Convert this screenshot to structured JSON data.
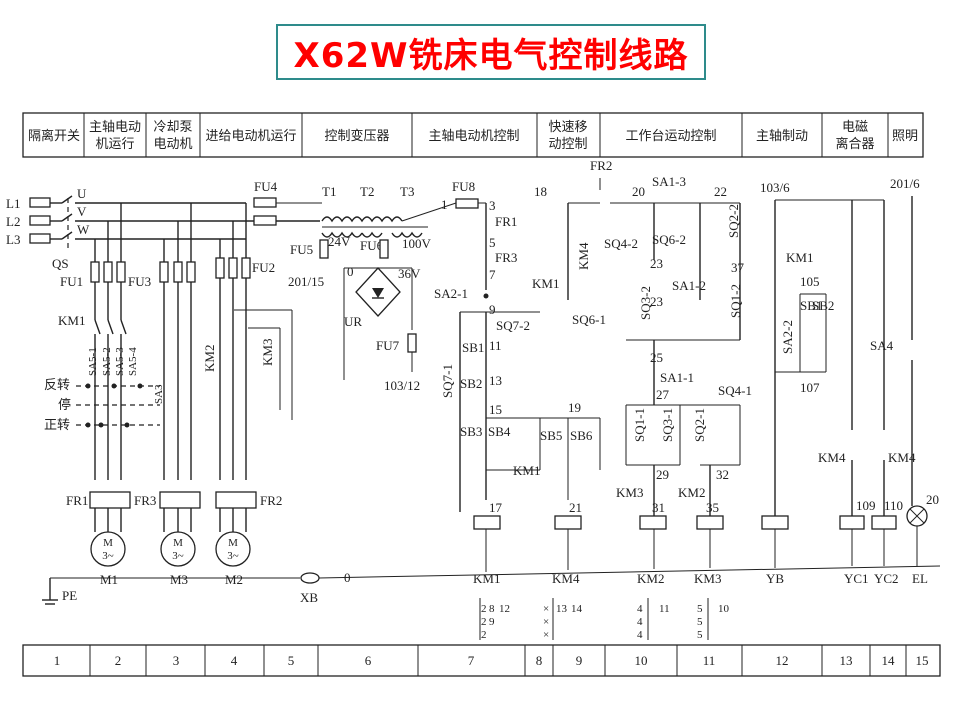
{
  "title": "X62W铣床电气控制线路",
  "header_cells": [
    "隔离开关",
    "主轴电动",
    "机运行",
    "冷却泵",
    "电动机",
    "进给电动机运行",
    "控制变压器",
    "主轴电动机控制",
    "快速移",
    "动控制",
    "工作台运动控制",
    "主轴制动",
    "电磁",
    "离合器",
    "照明"
  ],
  "footer_cells": [
    "1",
    "2",
    "3",
    "4",
    "5",
    "6",
    "7",
    "8",
    "9",
    "10",
    "11",
    "12",
    "13",
    "14",
    "15"
  ],
  "labels": {
    "L1": "L1",
    "L2": "L2",
    "L3": "L3",
    "U": "U",
    "V": "V",
    "W": "W",
    "QS": "QS",
    "FU1": "FU1",
    "FU3": "FU3",
    "FU2": "FU2",
    "FU4": "FU4",
    "FU5": "FU5",
    "FU6": "FU6",
    "FU7": "FU7",
    "FU8": "FU8",
    "T1": "T1",
    "T2": "T2",
    "T3": "T3",
    "v24": "24V",
    "v100": "100V",
    "v36": "36V",
    "n201_15": "201/15",
    "n103_12": "103/12",
    "n0a": "0",
    "UR": "UR",
    "KM1": "KM1",
    "KM2": "KM2",
    "KM3": "KM3",
    "KM4": "KM4",
    "SA5_1": "SA5-1",
    "SA5_2": "SA5-2",
    "SA5_3": "SA5-3",
    "SA5_4": "SA5-4",
    "SA3": "SA3",
    "rev": "反转",
    "stop": "停",
    "fwd": "正转",
    "FR1": "FR1",
    "FR3": "FR3",
    "FR2": "FR2",
    "M": "M",
    "phase": "3~",
    "M1": "M1",
    "M3": "M3",
    "M2": "M2",
    "PE": "PE",
    "XB": "XB",
    "n0b": "0",
    "n1": "1",
    "n3": "3",
    "n5": "5",
    "n7": "7",
    "n9": "9",
    "n11": "11",
    "n13": "13",
    "n15": "15",
    "n17": "17",
    "SA2_1": "SA2-1",
    "SQ7_2": "SQ7-2",
    "SQ7_1": "SQ7-1",
    "SB1": "SB1",
    "SB2": "SB2",
    "SB3": "SB3",
    "SB4": "SB4",
    "SB5": "SB5",
    "SB6": "SB6",
    "n18": "18",
    "n19": "19",
    "n21": "21",
    "FR2b": "FR2",
    "n20": "20",
    "SA1_3": "SA1-3",
    "n22": "22",
    "SQ4_2": "SQ4-2",
    "SQ6_2": "SQ6-2",
    "SQ2_2": "SQ2-2",
    "n23a": "23",
    "n23b": "23",
    "n37": "37",
    "SA1_2": "SA1-2",
    "SQ3_2": "SQ3-2",
    "SQ1_2": "SQ1-2",
    "SQ6_1": "SQ6-1",
    "n25": "25",
    "SA1_1": "SA1-1",
    "n27": "27",
    "SQ4_1": "SQ4-1",
    "SQ1_1": "SQ1-1",
    "SQ3_1": "SQ3-1",
    "SQ2_1": "SQ2-1",
    "n29": "29",
    "n32": "32",
    "n31": "31",
    "n35": "35",
    "KM3c": "KM3",
    "KM2c": "KM2",
    "n103_6": "103/6",
    "n105": "105",
    "n107": "107",
    "SA2_2": "SA2-2",
    "YB": "YB",
    "n109": "109",
    "n110": "110",
    "YC1": "YC1",
    "YC2": "YC2",
    "n201_6": "201/6",
    "SA4": "SA4",
    "n20b": "20",
    "EL": "EL",
    "coilKM1": "KM1",
    "coilKM4": "KM4",
    "coilKM2": "KM2",
    "coilKM3": "KM3"
  },
  "contact_refs": {
    "km1_a": "2",
    "km1_b": "8",
    "km1_c": "12",
    "km1_d": "9",
    "km4_a": "13",
    "km4_b": "14",
    "km2_a": "4",
    "km2_b": "11",
    "km3_a": "5",
    "km3_b": "10"
  }
}
